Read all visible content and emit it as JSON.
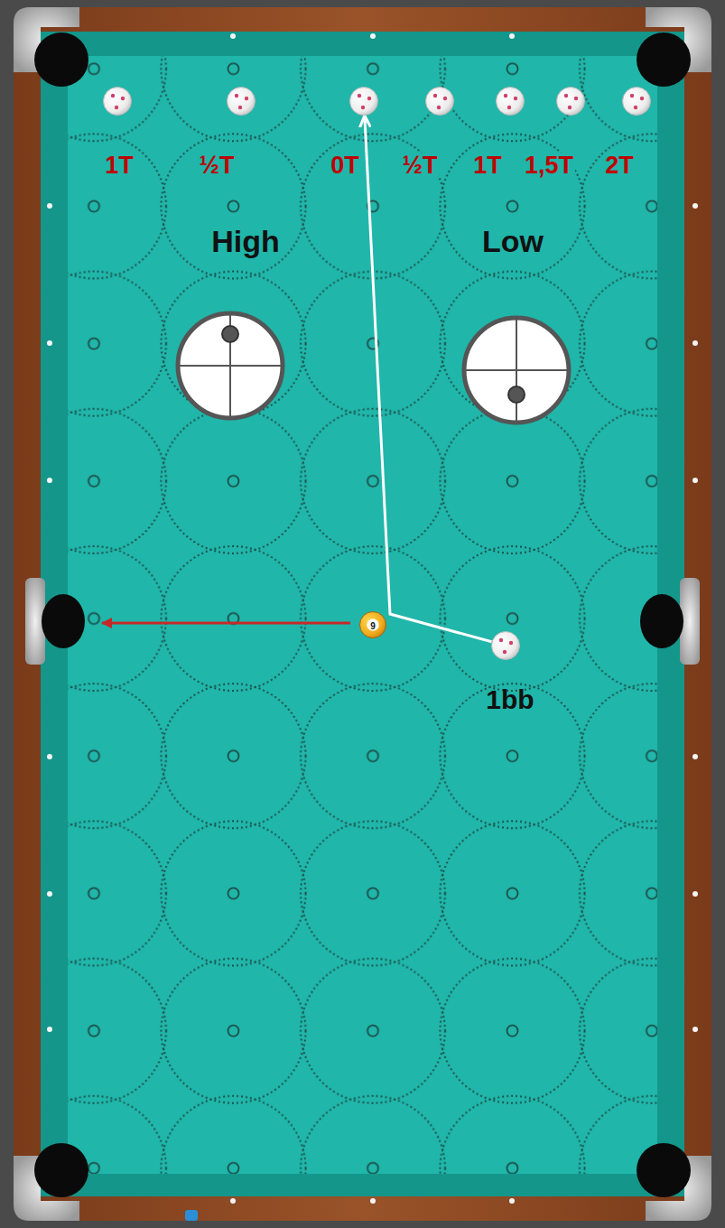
{
  "diagram": {
    "nodes": [
      {
        "text": [
          "1T"
        ]
      },
      {
        "text": [
          "½T"
        ]
      },
      {
        "text": [
          "0T"
        ]
      },
      {
        "text": [
          "½T"
        ]
      },
      {
        "text": [
          "1T"
        ]
      },
      {
        "text": [
          "1,5T"
        ]
      },
      {
        "text": [
          "2T"
        ]
      },
      {
        "text": [
          "9"
        ]
      },
      {
        "text": [
          "1bb"
        ]
      }
    ],
    "edges": [
      {
        "from": 8,
        "to": 2,
        "arrow": "to"
      }
    ],
    "labels": [
      "High",
      "Low"
    ]
  }
}
